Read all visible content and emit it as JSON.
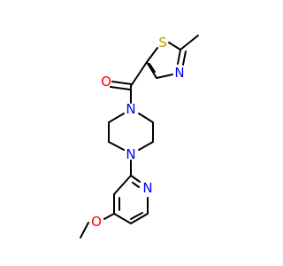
{
  "colors": {
    "background": "#ffffff",
    "bond": "#000000",
    "carbon": "#000000",
    "oxygen": "#ff0000",
    "nitrogen": "#0000ff",
    "sulfur": "#b8a000"
  },
  "atoms": [
    {
      "id": "O_carbonyl",
      "symbol": "O",
      "color_key": "oxygen"
    },
    {
      "id": "S_thiazole",
      "symbol": "S",
      "color_key": "sulfur"
    },
    {
      "id": "N_thiazole",
      "symbol": "N",
      "color_key": "nitrogen"
    },
    {
      "id": "N_piperazine_top",
      "symbol": "N",
      "color_key": "nitrogen"
    },
    {
      "id": "N_piperazine_bottom",
      "symbol": "N",
      "color_key": "nitrogen"
    },
    {
      "id": "N_pyridine",
      "symbol": "N",
      "color_key": "nitrogen"
    },
    {
      "id": "O_methoxy",
      "symbol": "O",
      "color_key": "oxygen"
    }
  ]
}
